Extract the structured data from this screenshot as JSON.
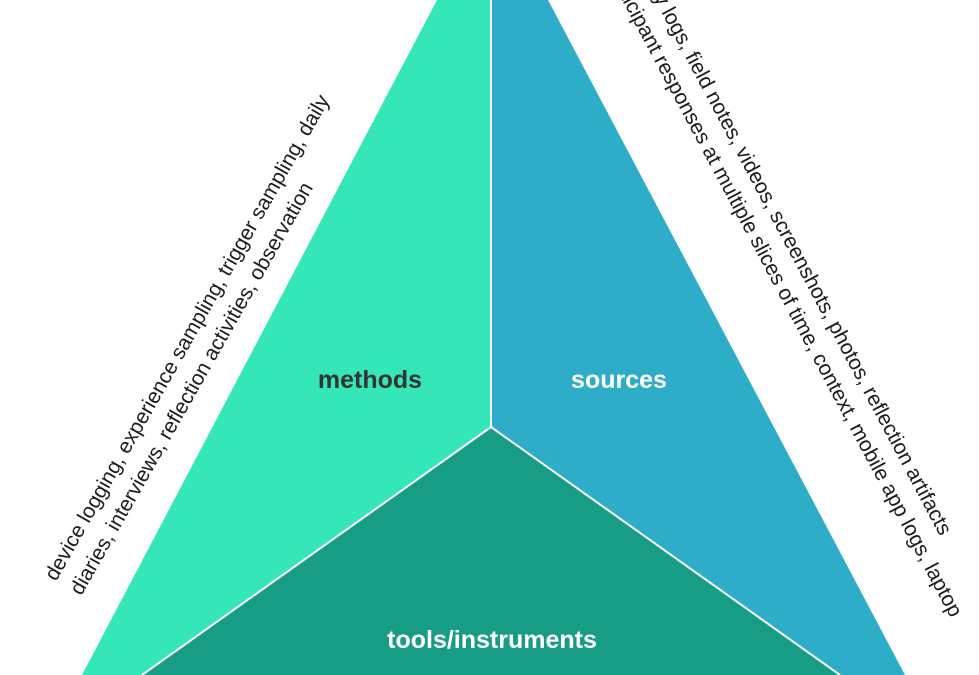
{
  "segments": {
    "methods": {
      "label": "methods",
      "fill": "#35E6B8",
      "text_color": "#333333"
    },
    "sources": {
      "label": "sources",
      "fill": "#2EADC8",
      "text_color": "#ffffff"
    },
    "tools": {
      "label": "tools/instruments",
      "fill": "#179D86",
      "text_color": "#ffffff"
    }
  },
  "left_annotation": {
    "line1": "device logging, experience sampling, trigger sampling, daily",
    "line2": "diaries, interviews, reflection activities,  observation"
  },
  "right_annotation": {
    "line1": "participant responses at multiple slices of time, context, mobile app logs, laptop",
    "line2": "activity logs, field notes, videos, screenshots, photos, reflection artifacts"
  }
}
